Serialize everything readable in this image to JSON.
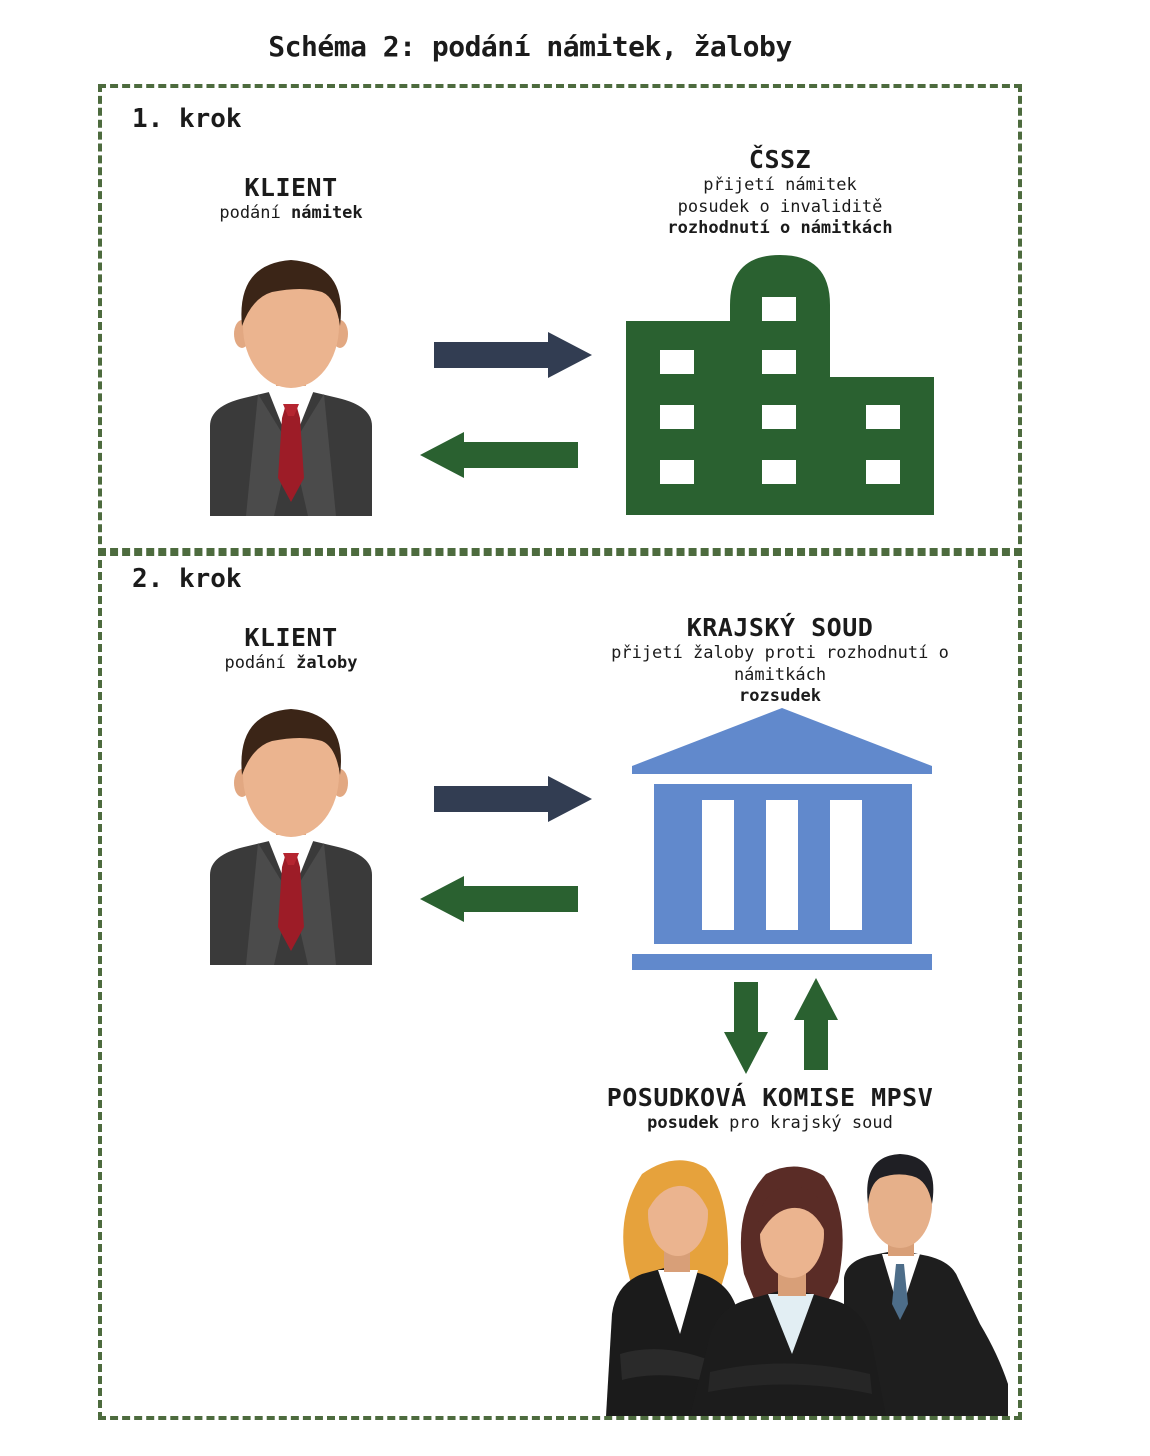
{
  "title": "Schéma 2: podání námitek, žaloby",
  "step1": {
    "label": "1. krok",
    "client": {
      "heading": "KLIENT",
      "line_pre": "podání ",
      "line_bold": "námitek"
    },
    "authority": {
      "heading": "ČSSZ",
      "line1": "přijetí námitek",
      "line2": "posudek o invaliditě",
      "line3_bold": "rozhodnutí o námitkách"
    }
  },
  "step2": {
    "label": "2. krok",
    "client": {
      "heading": "KLIENT",
      "line_pre": "podání ",
      "line_bold": "žaloby"
    },
    "court": {
      "heading": "KRAJSKÝ SOUD",
      "line1": "přijetí žaloby proti rozhodnutí o námitkách",
      "line2_bold": "rozsudek"
    },
    "commission": {
      "heading": "POSUDKOVÁ KOMISE MPSV",
      "line_bold": "posudek",
      "line_rest": " pro krajský soud"
    }
  },
  "colors": {
    "frame": "#4d6b3e",
    "arrow_dark": "#323d52",
    "arrow_green": "#2a6130",
    "building": "#2a6130",
    "court": "#6189cc"
  }
}
